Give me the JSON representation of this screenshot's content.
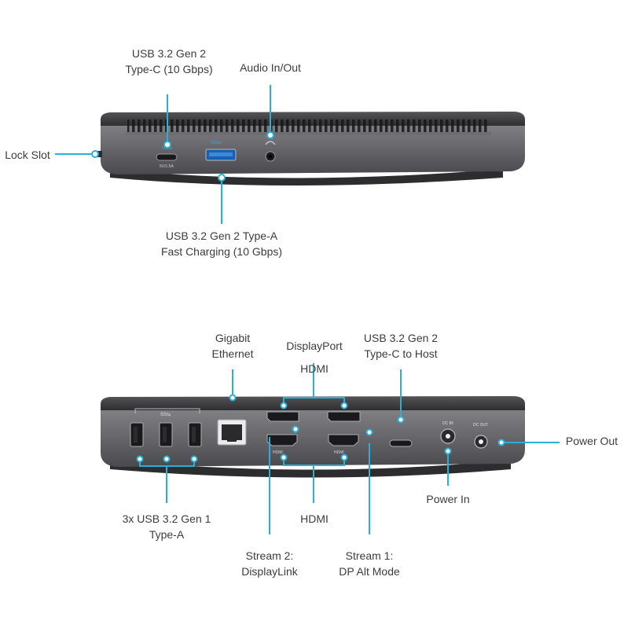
{
  "colors": {
    "accent": "#2ab0d8",
    "device_body": "#6d6d70",
    "device_dark": "#2b2b2d",
    "label_text": "#3c3c3c"
  },
  "front_view": {
    "callouts": {
      "usb_c": {
        "line1": "USB 3.2 Gen 2",
        "line2": "Type-C (10 Gbps)"
      },
      "audio": {
        "line1": "Audio In/Out"
      },
      "lock_slot": {
        "line1": "Lock Slot"
      },
      "usb_a": {
        "line1": "USB 3.2 Gen 2 Type-A",
        "line2": "Fast Charging (10 Gbps)"
      }
    },
    "port_markings": {
      "usb_c_spec": "5V/1.5A",
      "usb_logo": "SS⇆"
    }
  },
  "rear_view": {
    "callouts": {
      "ethernet": {
        "line1": "Gigabit",
        "line2": "Ethernet"
      },
      "displayport": {
        "line1": "DisplayPort"
      },
      "usb_c_host": {
        "line1": "USB 3.2 Gen 2",
        "line2": "Type-C to Host"
      },
      "hdmi_top": {
        "line1": "HDMI"
      },
      "power_out": {
        "line1": "Power Out"
      },
      "usb_a_3x": {
        "line1": "3x USB 3.2 Gen 1",
        "line2": "Type-A"
      },
      "hdmi_bottom": {
        "line1": "HDMI"
      },
      "power_in": {
        "line1": "Power In"
      },
      "stream2": {
        "line1": "Stream 2:",
        "line2": "DisplayLink"
      },
      "stream1": {
        "line1": "Stream 1:",
        "line2": "DP Alt Mode"
      }
    },
    "port_markings": {
      "dc_in": "DC IN",
      "dc_out": "DC OUT",
      "hdmi": "HDMI",
      "usb_logo": "SS⇆"
    }
  }
}
